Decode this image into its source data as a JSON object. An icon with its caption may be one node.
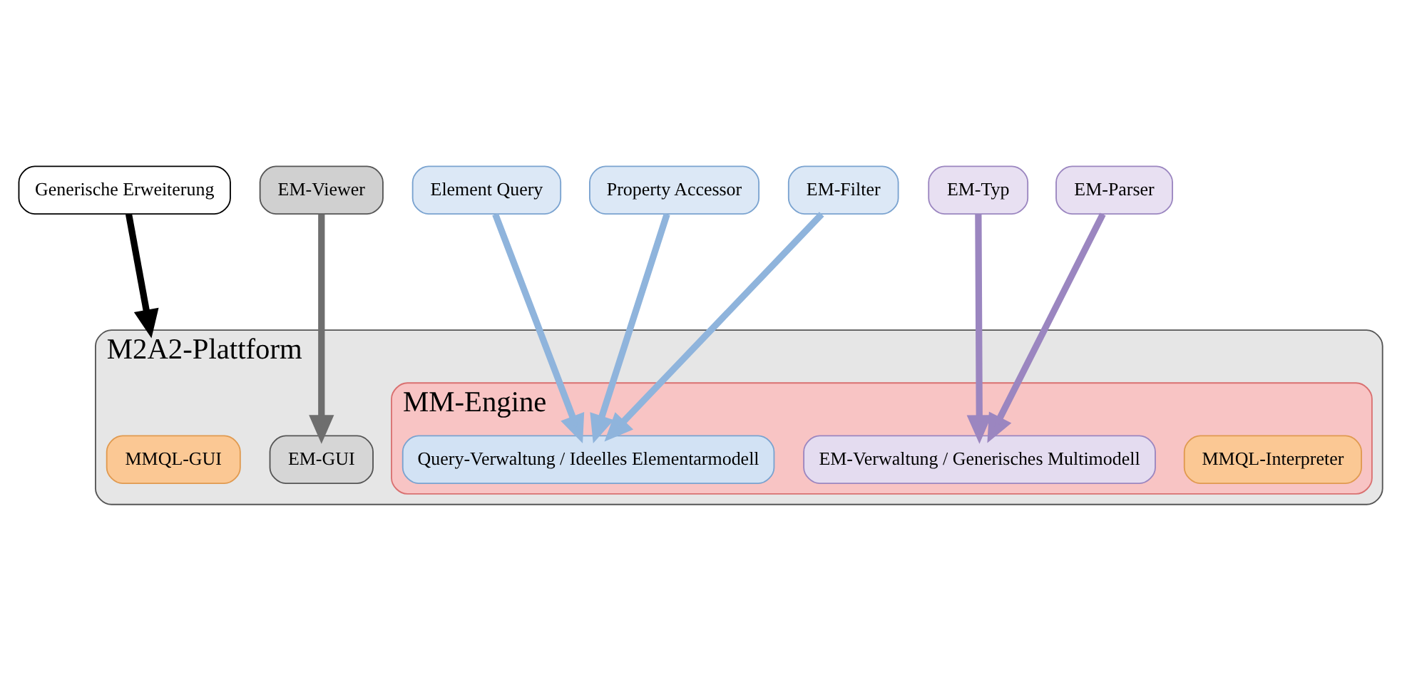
{
  "diagram": {
    "nodes": [
      {
        "text": [
          "Generische Erweiterung"
        ]
      },
      {
        "text": [
          "EM-Viewer"
        ]
      },
      {
        "text": [
          "Element Query"
        ]
      },
      {
        "text": [
          "Property Accessor"
        ]
      },
      {
        "text": [
          "EM-Filter"
        ]
      },
      {
        "text": [
          "EM-Typ"
        ]
      },
      {
        "text": [
          "EM-Parser"
        ]
      },
      {
        "text": [
          "M2A2-Plattform"
        ]
      },
      {
        "text": [
          "MMQL-GUI"
        ],
        "in": 7
      },
      {
        "text": [
          "EM-GUI"
        ],
        "in": 7
      },
      {
        "text": [
          "MM-Engine"
        ],
        "in": 7
      },
      {
        "text": [
          "MMQL-Interpreter"
        ],
        "in": 10
      },
      {
        "text": [
          "Query-Verwaltung / Ideelles Elementarmodell"
        ],
        "in": 10
      },
      {
        "text": [
          "EM-Verwaltung / Generisches Multimodell"
        ],
        "in": 10
      }
    ],
    "edges": [
      {
        "from": 0,
        "to": 7,
        "arrow": "to",
        "color": "#000000"
      },
      {
        "from": 1,
        "to": 9,
        "arrow": "to",
        "color": "#6e6e6e"
      },
      {
        "from": 2,
        "to": 12,
        "arrow": "to"
      },
      {
        "from": 3,
        "to": 12,
        "arrow": "to"
      },
      {
        "from": 4,
        "to": 12,
        "arrow": "to"
      },
      {
        "from": 5,
        "to": 13,
        "arrow": "to",
        "color": "#9b86c0"
      },
      {
        "from": 6,
        "to": 13,
        "arrow": "to",
        "color": "#9b86c0"
      }
    ]
  }
}
